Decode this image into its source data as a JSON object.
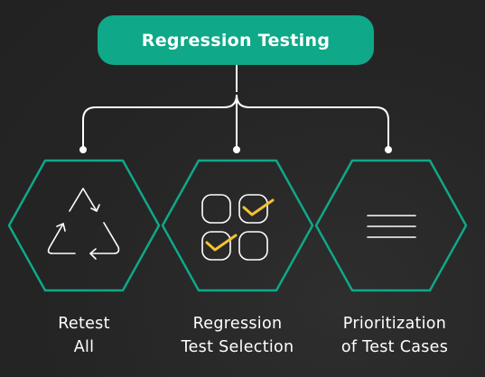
{
  "title": "Regression Testing",
  "items": [
    {
      "line1": "Retest",
      "line2": "All",
      "icon": "recycle-icon"
    },
    {
      "line1": "Regression",
      "line2": "Test Selection",
      "icon": "checkbox-grid-icon"
    },
    {
      "line1": "Prioritization",
      "line2": "of Test Cases",
      "icon": "list-lines-icon"
    }
  ],
  "colors": {
    "background": "#262626",
    "accent": "#0fa888",
    "check": "#f2c230",
    "line": "#ffffff"
  }
}
